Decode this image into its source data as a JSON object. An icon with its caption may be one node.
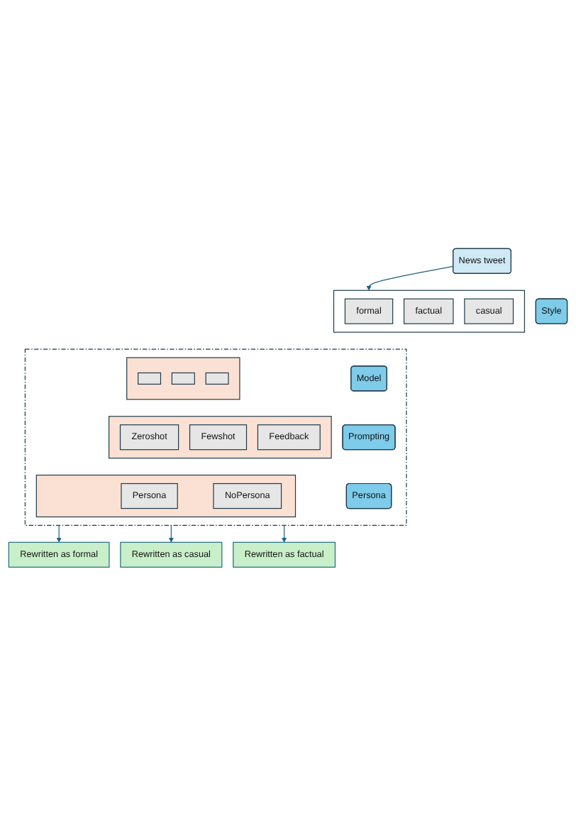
{
  "diagram": {
    "nodes": [
      {
        "text": [
          "News tweet"
        ]
      },
      {
        "text": [
          "Style"
        ]
      },
      {
        "text": [],
        "shape": "box"
      },
      {
        "text": [
          "formal"
        ],
        "in": 2
      },
      {
        "text": [
          "factual"
        ],
        "in": 2
      },
      {
        "text": [
          "casual"
        ],
        "in": 2
      },
      {
        "text": [],
        "shape": "box"
      },
      {
        "text": [
          "Model"
        ],
        "in": 6
      },
      {
        "text": [],
        "shape": "box",
        "in": 6
      },
      {
        "text": [],
        "shape": "box",
        "in": 8
      },
      {
        "text": [],
        "shape": "box",
        "in": 8
      },
      {
        "text": [],
        "shape": "box",
        "in": 8
      },
      {
        "text": [
          "Prompting"
        ],
        "in": 6
      },
      {
        "text": [],
        "shape": "box",
        "in": 6
      },
      {
        "text": [
          "Zeroshot"
        ],
        "in": 13
      },
      {
        "text": [
          "Fewshot"
        ],
        "in": 13
      },
      {
        "text": [
          "Feedback"
        ],
        "in": 13
      },
      {
        "text": [
          "Persona"
        ],
        "in": 6
      },
      {
        "text": [],
        "shape": "box",
        "in": 6
      },
      {
        "text": [
          "Persona"
        ],
        "in": 18
      },
      {
        "text": [
          "NoPersona"
        ],
        "in": 18
      },
      {
        "text": [
          "Rewritten as formal"
        ]
      },
      {
        "text": [
          "Rewritten as casual"
        ]
      },
      {
        "text": [
          "Rewritten as factual"
        ]
      }
    ],
    "edges": [
      {
        "from": 0,
        "to": 2,
        "arrow": "to"
      },
      {
        "from": 6,
        "to": 21,
        "arrow": "to"
      },
      {
        "from": 6,
        "to": 22,
        "arrow": "to"
      },
      {
        "from": 6,
        "to": 23,
        "arrow": "to"
      }
    ]
  }
}
